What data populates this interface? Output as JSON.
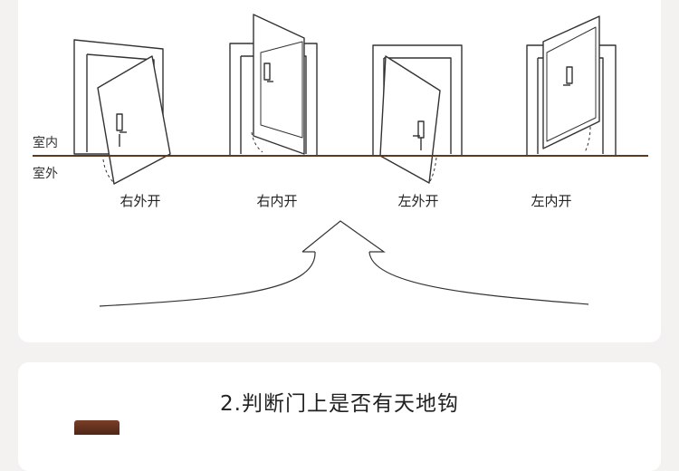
{
  "side_labels": {
    "indoor": "室内",
    "outdoor": "室外"
  },
  "doors": [
    {
      "label": "右外开"
    },
    {
      "label": "右内开"
    },
    {
      "label": "左外开"
    },
    {
      "label": "左内开"
    }
  ],
  "section2": {
    "title": "2.判断门上是否有天地钩"
  }
}
